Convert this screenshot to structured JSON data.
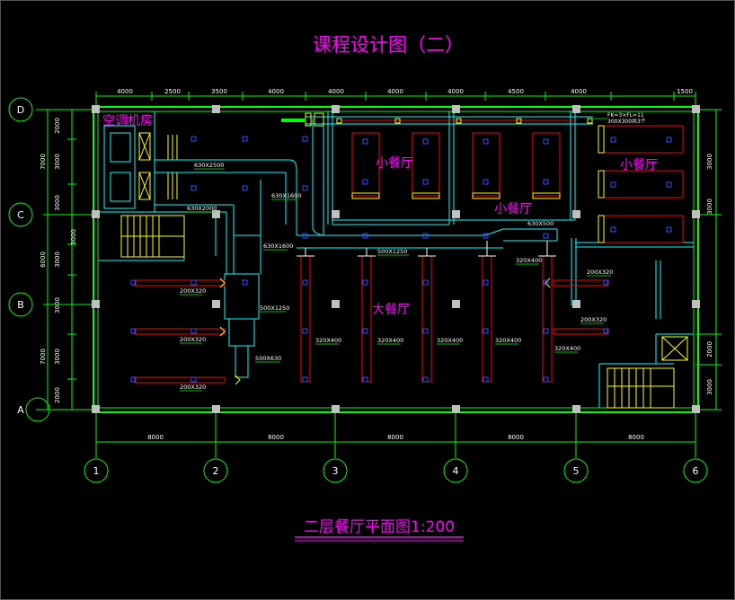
{
  "title": "课程设计图（二）",
  "subtitle": "二层餐厅平面图1:200",
  "rooms": {
    "ac_room": "空调机房",
    "small_dining_1": "小餐厅",
    "small_dining_2": "小餐厅",
    "small_dining_3": "小餐厅",
    "main_dining": "大餐厅"
  },
  "row_axes": [
    "D",
    "C",
    "B",
    "A"
  ],
  "col_axes": [
    "1",
    "2",
    "3",
    "4",
    "5",
    "6"
  ],
  "top_dims": [
    "4000",
    "2500",
    "3500",
    "4000",
    "4000",
    "4000",
    "4000",
    "4500",
    "4000",
    "1500"
  ],
  "bottom_dims": [
    "8000",
    "8000",
    "8000",
    "8000",
    "8000"
  ],
  "left_dims_outer": [
    "7000",
    "6000",
    "7000"
  ],
  "left_dims_inner": [
    "2000",
    "3000",
    "3000",
    "3000",
    "3000",
    "3000",
    "3000",
    "2000"
  ],
  "right_dims": [
    "3000",
    "3000",
    "2000",
    "3000"
  ],
  "duct_labels": {
    "d1": "630X2500",
    "d2": "630X2000",
    "d3": "630X1600",
    "d4": "630X1600",
    "d5": "500X1250",
    "d6": "630X500",
    "d7": "320X400",
    "d8": "200X320",
    "d9": "200X320",
    "d10": "500X1250",
    "d11": "500X630",
    "d12": "320X400",
    "d13": "320X400",
    "d14": "320X400",
    "d15": "320X400",
    "d16": "320X400",
    "d17": "200X320",
    "d18": "200X320",
    "d19": "200X320"
  },
  "note": {
    "line1": "FK=3×FL=11",
    "line2": "300X300共3个"
  },
  "colors": {
    "wall": "#00ff00",
    "duct": "#00ffff",
    "red_duct": "#ff0000",
    "diffuser": "#0000ff",
    "column": "#c0c0c0",
    "title": "#ff00ff",
    "equipment": "#ffff00"
  }
}
